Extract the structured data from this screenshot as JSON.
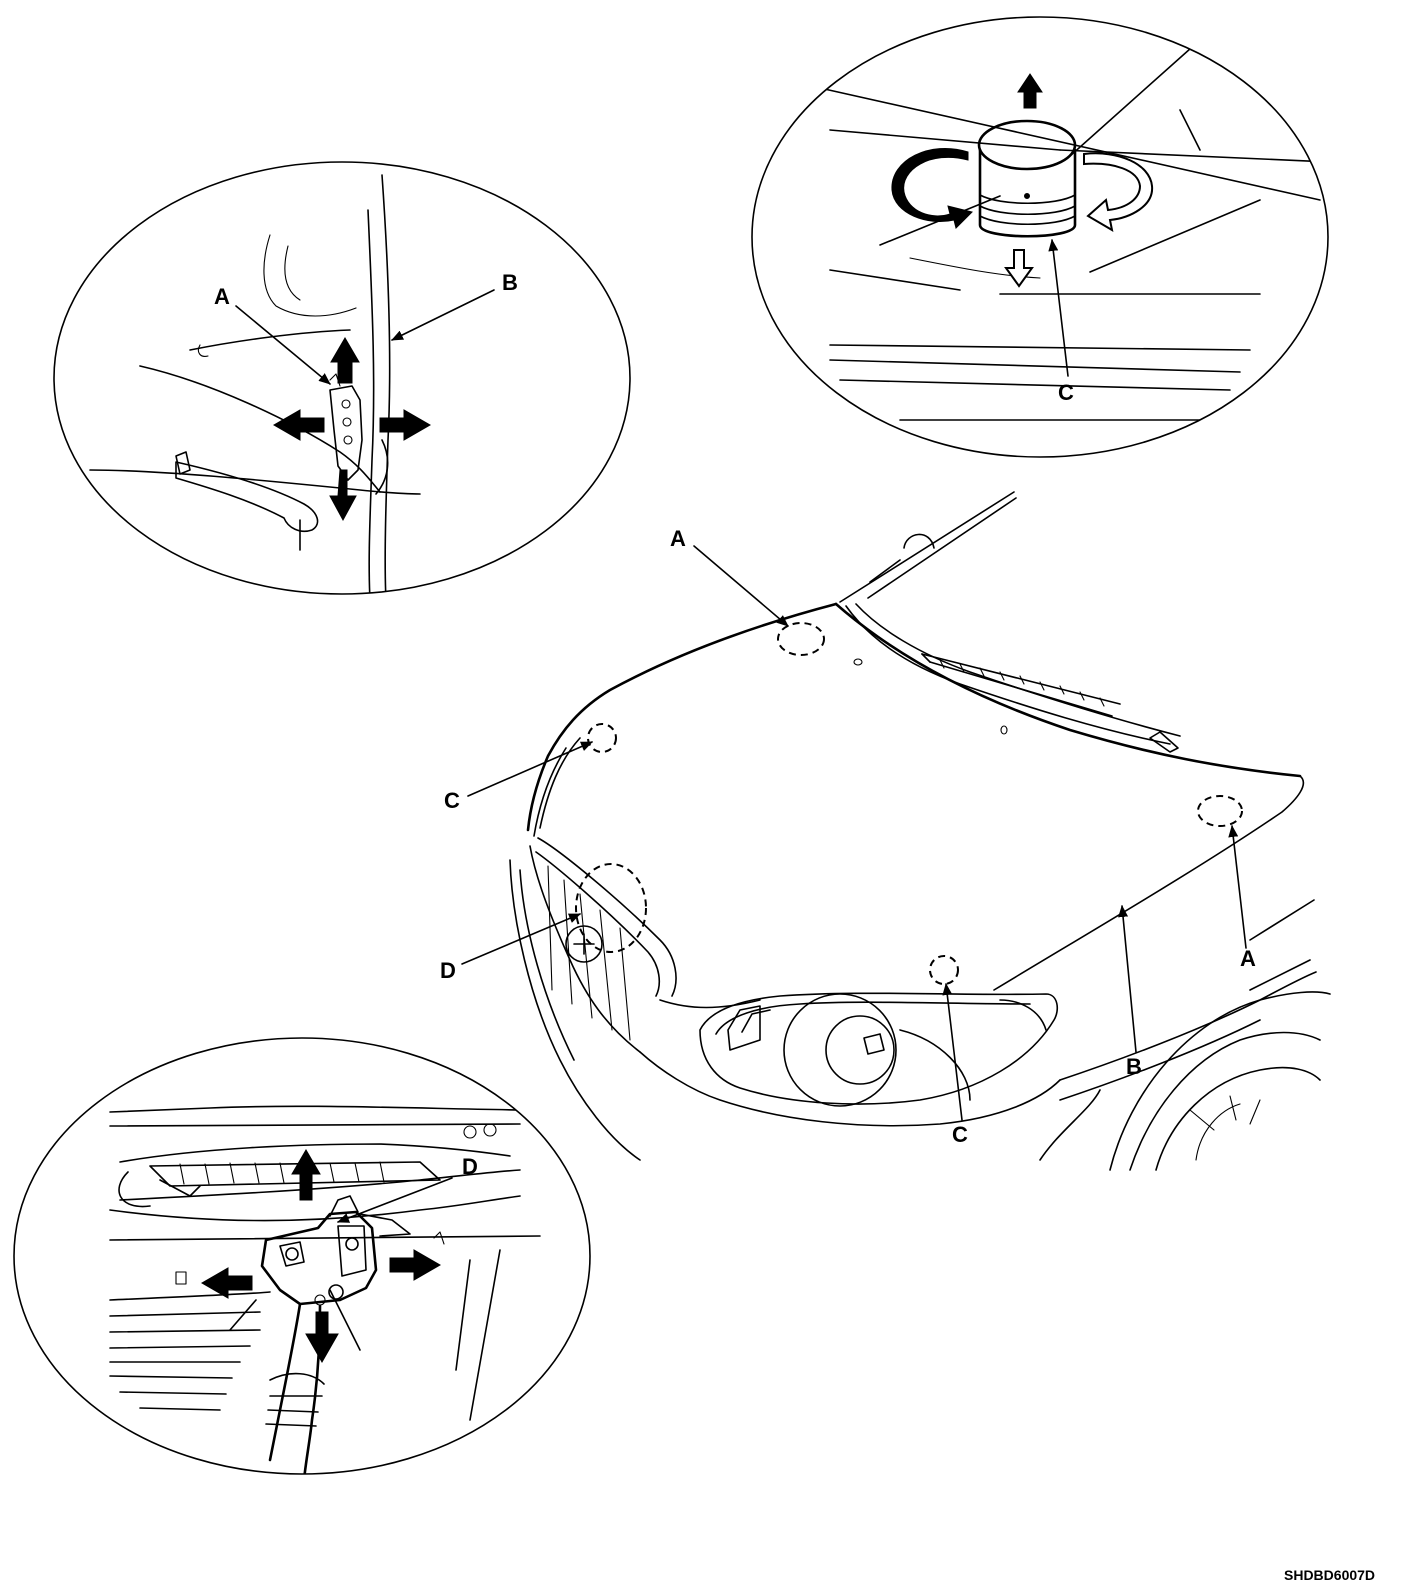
{
  "diagram": {
    "figure_code": "SHDBD6007D",
    "hinge_detail": {
      "labels": {
        "a": "A",
        "b": "B"
      }
    },
    "bumper_detail": {
      "labels": {
        "c": "C"
      }
    },
    "latch_detail": {
      "labels": {
        "d": "D"
      }
    },
    "main_view": {
      "labels": {
        "a_left": "A",
        "a_right": "A",
        "b": "B",
        "c_left": "C",
        "c_right": "C",
        "d": "D"
      }
    },
    "colors": {
      "line": "#000000",
      "background": "#ffffff"
    }
  }
}
